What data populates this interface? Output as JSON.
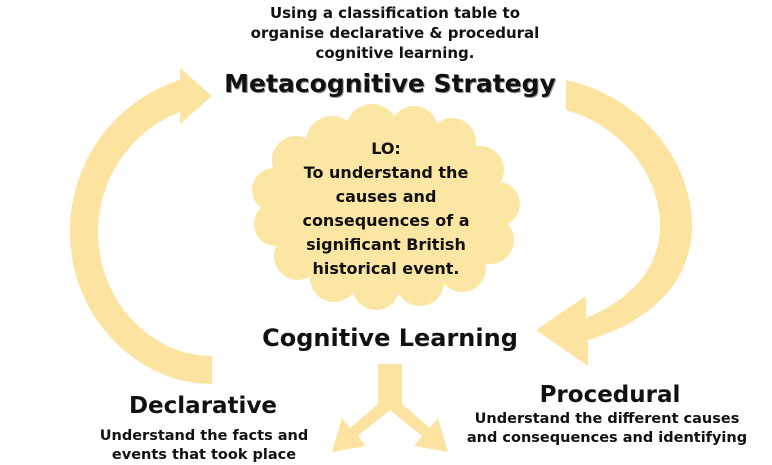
{
  "header": {
    "subtitle_line1": "Using a classification table to",
    "subtitle_line2": "organise declarative & procedural",
    "subtitle_line3": "cognitive learning.",
    "strategy_title": "Metacognitive Strategy"
  },
  "cloud": {
    "line1": "LO:",
    "line2": "To understand the",
    "line3": "causes and",
    "line4": "consequences of a",
    "line5": "significant British",
    "line6": "historical event."
  },
  "cognitive_title": "Cognitive Learning",
  "declarative": {
    "title": "Declarative",
    "desc_line1": "Understand the facts and",
    "desc_line2": "events that took place"
  },
  "procedural": {
    "title": "Procedural",
    "desc_line1": "Understand the different causes",
    "desc_line2": "and consequences and identifying"
  },
  "colors": {
    "arrow": "#FCE3A0",
    "cloud": "#FCE6A4",
    "text": "#111111"
  }
}
